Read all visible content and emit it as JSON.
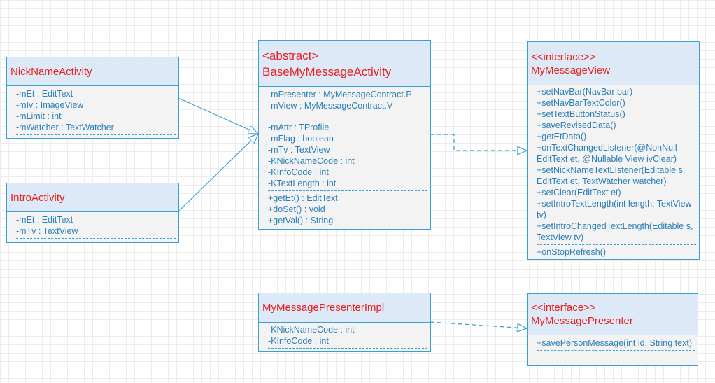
{
  "classes": {
    "nickname": {
      "name": "NickNameActivity",
      "attributes": [
        "-mEt : EditText",
        "-mIv : ImageView",
        "-mLimit : int",
        "-mWatcher : TextWatcher"
      ]
    },
    "intro": {
      "name": "IntroActivity",
      "attributes": [
        "-mEt : EditText",
        "-mTv : TextView"
      ]
    },
    "base": {
      "stereotype": "<abstract>",
      "name": "BaseMyMessageActivity",
      "attributes_a": [
        "-mPresenter : MyMessageContract.P",
        "-mView : MyMessageContract.V"
      ],
      "attributes_b": [
        "-mAttr : TProfile",
        "-mFlag : boolean",
        "-mTv : TextView",
        "-KNickNameCode : int",
        "-KInfoCode : int",
        "-KTextLength : int"
      ],
      "operations": [
        "+getEt() : EditText",
        "+doSet() : void",
        "+getVal() : String"
      ]
    },
    "view": {
      "stereotype": "<<interface>>",
      "name": "MyMessageView",
      "operations": [
        "+setNavBar(NavBar bar)",
        "+setNavBarTextColor()",
        "+setTextButtonStatus()",
        "+saveRevisedData()",
        "+getEtData()",
        "+onTextChangedListener(@NonNull EditText et, @Nullable View ivClear)",
        "+setNickNameTextLIstener(Editable s, EditText et, TextWatcher watcher)",
        "+setClear(EditText et)",
        "+setIntroTextLength(int length, TextView tv)",
        "+setIntroChangedTextLength(Editable s, TextView tv)"
      ],
      "operations_b": [
        "+onStopRefresh()"
      ]
    },
    "presenter_impl": {
      "name": "MyMessagePresenterImpl",
      "attributes": [
        "-KNickNameCode : int",
        "-KInfoCode : int"
      ]
    },
    "presenter": {
      "stereotype": "<<interface>>",
      "name": "MyMessagePresenter",
      "operations": [
        "+savePersonMessage(int id, String text)"
      ]
    }
  },
  "colors": {
    "border": "#3aa0cf",
    "header_fill": "#dde9f6",
    "body_fill": "#f3f3f3",
    "class_name": "#e8201e",
    "member_text": "#2b7fb8"
  }
}
